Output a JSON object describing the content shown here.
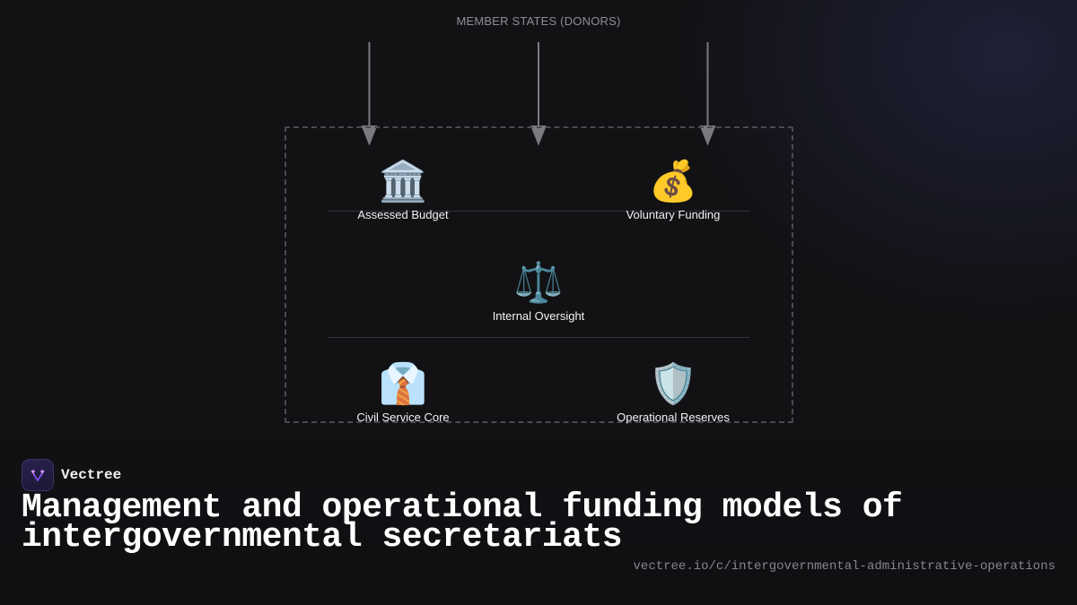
{
  "diagram": {
    "source_label": "MEMBER STATES (DONORS)",
    "nodes": [
      {
        "id": "assessed-budget",
        "icon": "bank-building-icon",
        "glyph": "🏛️",
        "label": "Assessed Budget"
      },
      {
        "id": "voluntary-funding",
        "icon": "money-bag-icon",
        "glyph": "💰",
        "label": "Voluntary Funding"
      },
      {
        "id": "internal-oversight",
        "icon": "balance-scale-icon",
        "glyph": "⚖️",
        "label": "Internal Oversight"
      },
      {
        "id": "civil-service-core",
        "icon": "business-suit-icon",
        "glyph": "👔",
        "label": "Civil Service Core"
      },
      {
        "id": "operational-reserves",
        "icon": "shield-icon",
        "glyph": "🛡️",
        "label": "Operational Reserves"
      }
    ],
    "arrow_count": 3
  },
  "brand": {
    "name": "Vectree",
    "logo_icon": "vectree-logo-icon",
    "accent": "#b36cff"
  },
  "title": "Management and operational funding models of intergovernmental secretariats",
  "url": "vectree.io/c/intergovernmental-administrative-operations",
  "colors": {
    "background": "#121215",
    "boundary": "#4a4a50",
    "arrow": "#7a7a80",
    "text_muted": "#8d8d93"
  }
}
